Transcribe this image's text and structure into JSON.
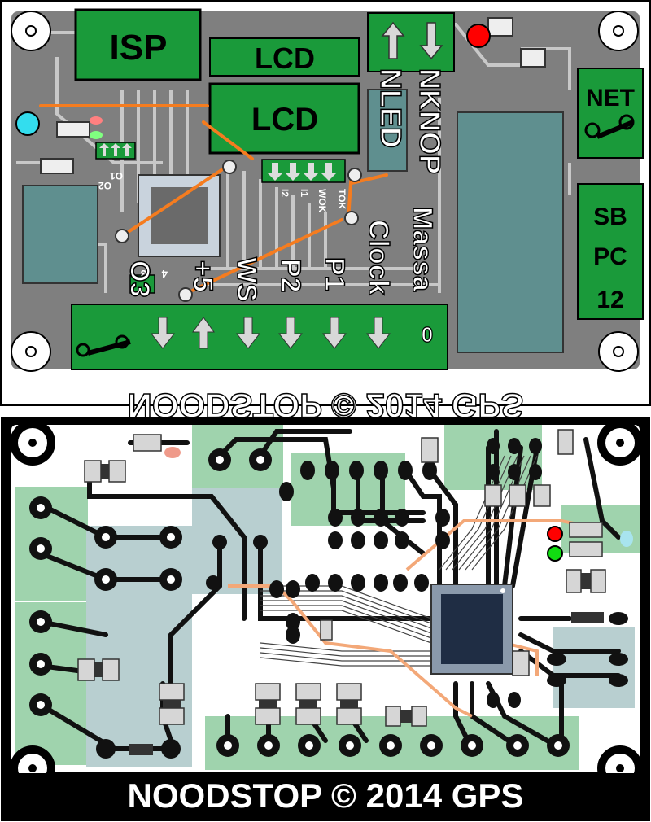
{
  "top_view": {
    "footer": "NOODSTOP © 2014 GPS",
    "components": {
      "isp": "ISP",
      "lcd_1": "LCD",
      "lcd_2": "LCD",
      "net": "NET",
      "sb": "SB",
      "pc": "PC",
      "twelve": "12"
    },
    "vertical_labels": {
      "nled": "NLED",
      "nknop": "NKNOP",
      "massa": "Massa",
      "clock": "Clock"
    },
    "terminal_labels": {
      "o3": "O3",
      "plus5": "+5",
      "ws": "WS",
      "p2": "P2",
      "p1": "P1",
      "zero": "0"
    },
    "small_labels": {
      "o1": "O1",
      "o2": "O2",
      "i1": "I1",
      "i2": "I2",
      "wok": "WOK",
      "tok": "TOK",
      "pin3": "3",
      "pin4": "4"
    },
    "colors": {
      "board": "#808080",
      "component": "#1a9a3a",
      "trace_highlight": "#f57c1f",
      "led_red": "#ff0000",
      "led_cyan": "#33ddee"
    }
  },
  "bottom_view": {
    "footer": "NOODSTOP © 2014 GPS",
    "colors": {
      "board": "#ffffff",
      "trace": "#111111",
      "highlight": "#f3a878",
      "led_red": "#ff0000",
      "led_green": "#11dd11"
    }
  }
}
